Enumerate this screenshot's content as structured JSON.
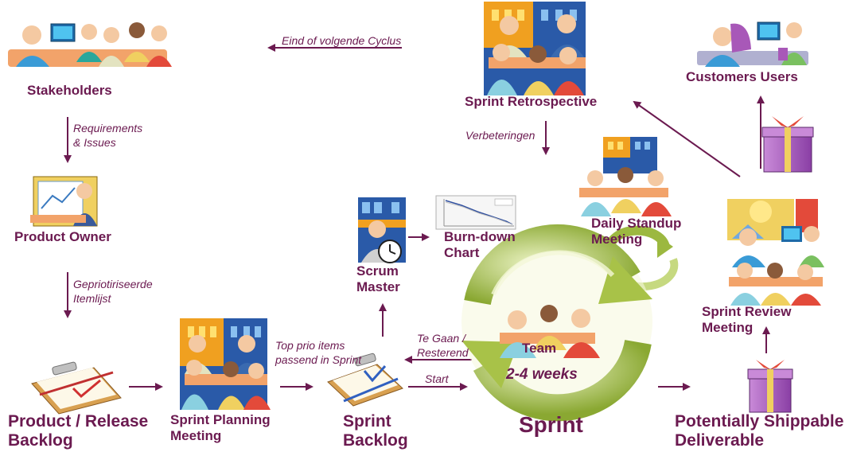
{
  "nodes": {
    "stakeholders": "Stakeholders",
    "product_owner": "Product Owner",
    "product_backlog_l1": "Product / Release",
    "product_backlog_l2": "Backlog",
    "planning_l1": "Sprint Planning",
    "planning_l2": "Meeting",
    "sprint_backlog_l1": "Sprint",
    "sprint_backlog_l2": "Backlog",
    "scrum_master_l1": "Scrum",
    "scrum_master_l2": "Master",
    "burndown_l1": "Burn-down",
    "burndown_l2": "Chart",
    "retrospective": "Sprint Retrospective",
    "standup_l1": "Daily Standup",
    "standup_l2": "Meeting",
    "customers_users": "Customers  Users",
    "review_l1": "Sprint Review",
    "review_l2": "Meeting",
    "deliverable_l1": "Potentially Shippable",
    "deliverable_l2": "Deliverable",
    "team": "Team",
    "duration": "2-4  weeks",
    "sprint": "Sprint"
  },
  "notes": {
    "next_cycle": "Eind of volgende  Cyclus",
    "requirements_l1": "Requirements",
    "requirements_l2": "& Issues",
    "prioritized_l1": "Gepriotiriseerde",
    "prioritized_l2": "Itemlijst",
    "top_items_l1": "Top prio items",
    "top_items_l2": "passend in Sprint",
    "remaining_l1": "Te Gaan /",
    "remaining_l2": "Resterend",
    "start": "Start",
    "improvements": "Verbeteringen"
  },
  "colors": {
    "label": "#6b1a50",
    "arrow": "#6b1a50",
    "cycle_green": "#9cb840",
    "gift_purple": "#b070c8"
  }
}
